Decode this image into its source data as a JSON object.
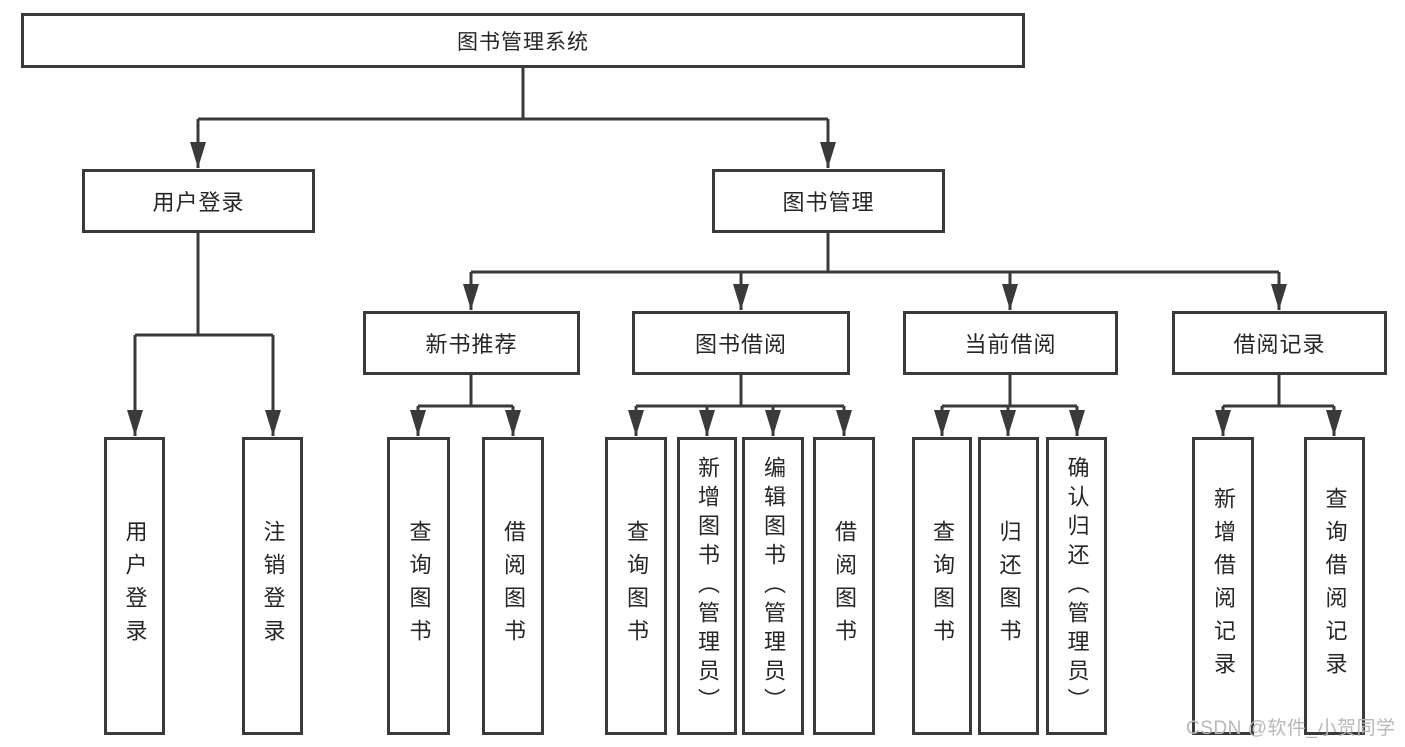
{
  "colors": {
    "line": "#3a3a3a",
    "box_border": "#3a3a3a",
    "text": "#262626",
    "background": "#ffffff",
    "watermark_text": "#b8b8b8"
  },
  "watermark": {
    "text": "CSDN @软件_小贺同学"
  },
  "tree": {
    "label": "图书管理系统",
    "children": [
      {
        "label": "用户登录",
        "children": [
          {
            "label": "用户登录"
          },
          {
            "label": "注销登录"
          }
        ]
      },
      {
        "label": "图书管理",
        "children": [
          {
            "label": "新书推荐",
            "children": [
              {
                "label": "查询图书"
              },
              {
                "label": "借阅图书"
              }
            ]
          },
          {
            "label": "图书借阅",
            "children": [
              {
                "label": "查询图书"
              },
              {
                "label": "新增图书（管理员）"
              },
              {
                "label": "编辑图书（管理员）"
              },
              {
                "label": "借阅图书"
              }
            ]
          },
          {
            "label": "当前借阅",
            "children": [
              {
                "label": "查询图书"
              },
              {
                "label": "归还图书"
              },
              {
                "label": "确认归还（管理员）"
              }
            ]
          },
          {
            "label": "借阅记录",
            "children": [
              {
                "label": "新增借阅记录"
              },
              {
                "label": "查询借阅记录"
              }
            ]
          }
        ]
      }
    ]
  }
}
